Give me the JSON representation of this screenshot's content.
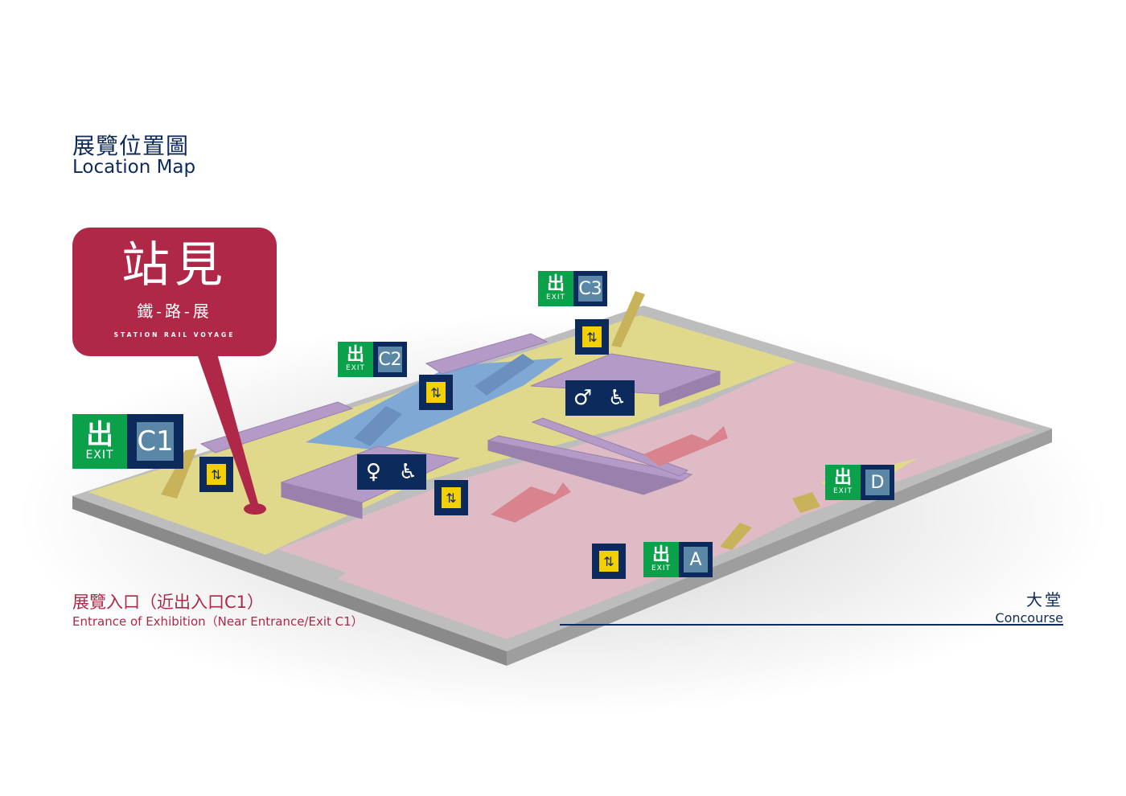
{
  "title": {
    "zh": "展覽位置圖",
    "en": "Location Map"
  },
  "logo": {
    "main": "站見",
    "sub": "鐵‑路‑展",
    "tagline": "STATION RAIL VOYAGE"
  },
  "entrance": {
    "zh": "展覽入口（近出入口C1）",
    "en": "Entrance of Exhibition（Near Entrance/Exit C1）"
  },
  "concourse": {
    "zh": "大堂",
    "en": "Concourse"
  },
  "exits": [
    {
      "glyph": "出",
      "label": "EXIT",
      "code": "C1"
    },
    {
      "glyph": "出",
      "label": "EXIT",
      "code": "C2"
    },
    {
      "glyph": "出",
      "label": "EXIT",
      "code": "C3"
    },
    {
      "glyph": "出",
      "label": "EXIT",
      "code": "D"
    },
    {
      "glyph": "出",
      "label": "EXIT",
      "code": "A"
    }
  ],
  "icons": {
    "lift": "lift-icon",
    "toilet": "toilet-icon",
    "accessible": "wheelchair-icon"
  },
  "colors": {
    "brand": "#b02847",
    "navy": "#0d2a5c",
    "exit_green": "#0aa14a",
    "paid_area": "#e0d98c",
    "unpaid_area": "#dfbcc5",
    "platform_blue": "#7fa9d4",
    "furniture": "#b49ac6"
  }
}
